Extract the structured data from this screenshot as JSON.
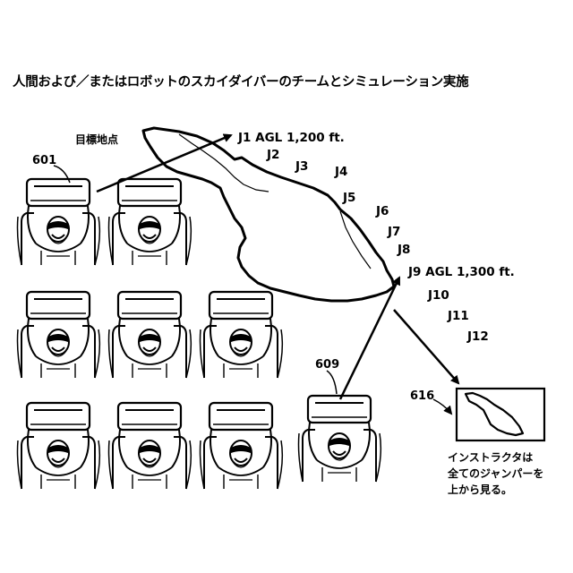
{
  "title": "人間および／またはロボットのスカイダイバーのチームとシミュレーション実施",
  "target_label": "目標地点",
  "jumps": [
    {
      "id": "j1",
      "label": "J1 AGL 1,200 ft."
    },
    {
      "id": "j2",
      "label": "J2"
    },
    {
      "id": "j3",
      "label": "J3"
    },
    {
      "id": "j4",
      "label": "J4"
    },
    {
      "id": "j5",
      "label": "J5"
    },
    {
      "id": "j6",
      "label": "J6"
    },
    {
      "id": "j7",
      "label": "J7"
    },
    {
      "id": "j8",
      "label": "J8"
    },
    {
      "id": "j9",
      "label": "J9 AGL 1,300 ft."
    },
    {
      "id": "j10",
      "label": "J10"
    },
    {
      "id": "j11",
      "label": "J11"
    },
    {
      "id": "j12",
      "label": "J12"
    }
  ],
  "refs": {
    "r601": "601",
    "r609": "609",
    "r616": "616"
  },
  "instructor_lines": [
    "インストラクタは",
    "全てのジャンパーを",
    "上から見る。"
  ]
}
